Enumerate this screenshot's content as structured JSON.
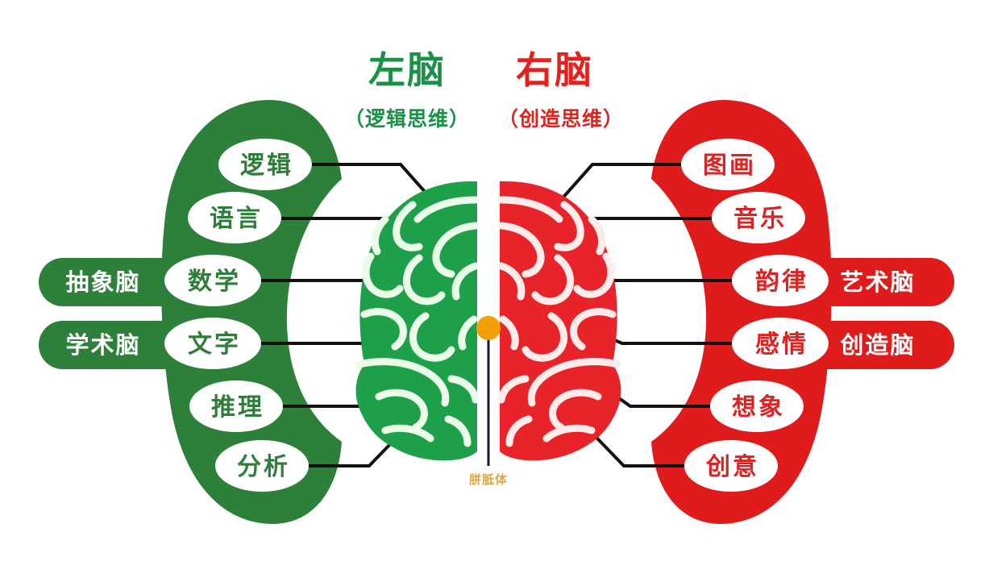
{
  "figure": {
    "kind": "left-brain-right-brain-diagram",
    "background_color": "#ffffff"
  },
  "colors": {
    "left_green": "#2d8039",
    "left_green_brain": "#1ea04a",
    "right_red": "#e01b1b",
    "right_red_brain": "#e8232a",
    "connector_black": "#111111",
    "orange": "#f2a007",
    "white": "#ffffff"
  },
  "headings": {
    "left": {
      "title": "左脑",
      "subtitle": "（逻辑思维）",
      "color": "#1a9245"
    },
    "right": {
      "title": "右脑",
      "subtitle": "（创造思维）",
      "color": "#e2221f"
    }
  },
  "left": {
    "side_tabs": [
      {
        "label": "抽象脑"
      },
      {
        "label": "学术脑"
      }
    ],
    "pills": [
      {
        "label": "逻辑"
      },
      {
        "label": "语言"
      },
      {
        "label": "数学"
      },
      {
        "label": "文字"
      },
      {
        "label": "推理"
      },
      {
        "label": "分析"
      }
    ]
  },
  "right": {
    "side_tabs": [
      {
        "label": "艺术脑"
      },
      {
        "label": "创造脑"
      }
    ],
    "pills": [
      {
        "label": "图画"
      },
      {
        "label": "音乐"
      },
      {
        "label": "韵律"
      },
      {
        "label": "感情"
      },
      {
        "label": "想象"
      },
      {
        "label": "创意"
      }
    ]
  },
  "center": {
    "callosum_label": "胼胝体",
    "callosum_label_color": "#e8a33d",
    "dot_color": "#f2a007"
  }
}
